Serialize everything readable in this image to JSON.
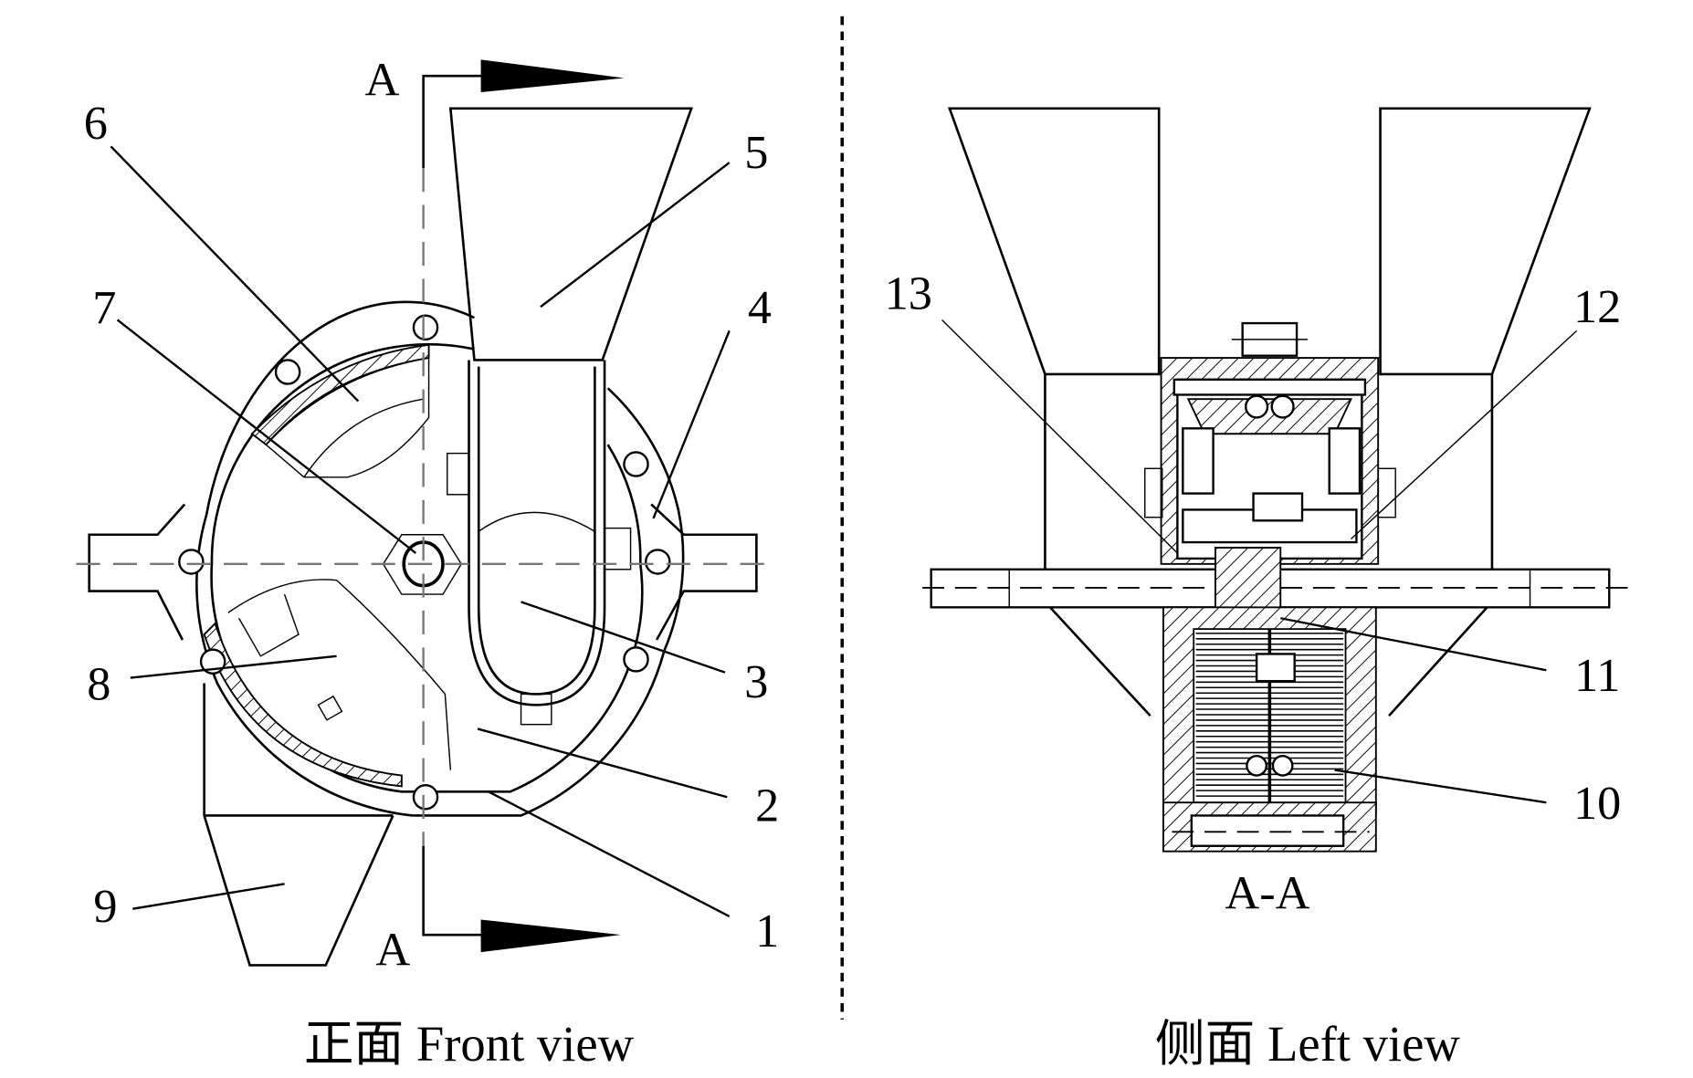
{
  "figure": {
    "front_view": {
      "caption": "正面 Front view",
      "section_marks": [
        "A",
        "A"
      ],
      "part_labels": [
        "1",
        "2",
        "3",
        "4",
        "5",
        "6",
        "7",
        "8",
        "9"
      ]
    },
    "left_view": {
      "caption": "侧面 Left view",
      "section_title": "A-A",
      "part_labels": [
        "10",
        "11",
        "12",
        "13"
      ]
    }
  }
}
